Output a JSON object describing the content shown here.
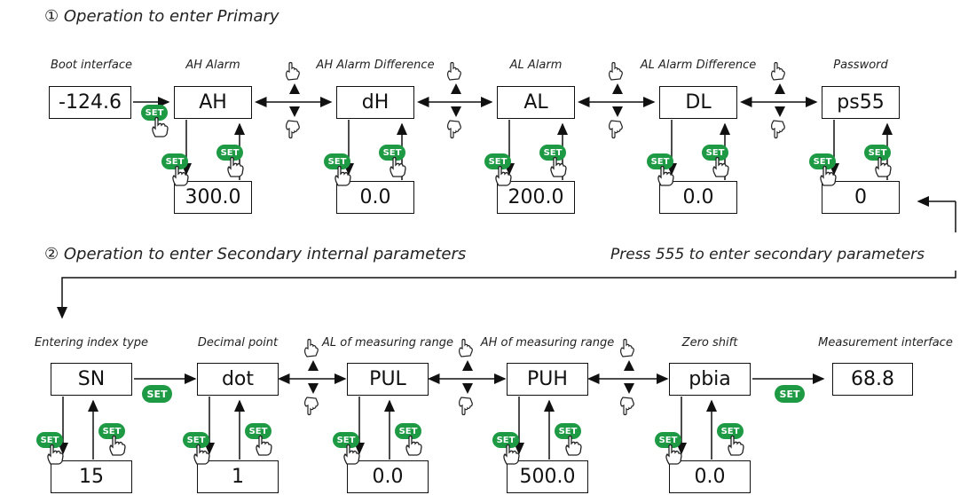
{
  "primary": {
    "heading": "① Operation to enter Primary",
    "boot": {
      "label": "Boot interface",
      "value": "-124.6"
    },
    "params": [
      {
        "label": "AH Alarm",
        "code": "AH",
        "value": "300.0"
      },
      {
        "label": "AH Alarm Difference",
        "code": "dH",
        "value": "0.0"
      },
      {
        "label": "AL Alarm",
        "code": "AL",
        "value": "200.0"
      },
      {
        "label": "AL Alarm Difference",
        "code": "DL",
        "value": "0.0"
      },
      {
        "label": "Password",
        "code": "ps55",
        "value": "0"
      }
    ]
  },
  "secondary": {
    "heading": "② Operation to enter Secondary internal parameters",
    "note": "Press 555 to enter secondary parameters",
    "params": [
      {
        "label": "Entering index type",
        "code": "SN",
        "value": "15"
      },
      {
        "label": "Decimal point",
        "code": "dot",
        "value": "1"
      },
      {
        "label": "AL of measuring range",
        "code": "PUL",
        "value": "0.0"
      },
      {
        "label": "AH of measuring range",
        "code": "PUH",
        "value": "500.0"
      },
      {
        "label": "Zero shift",
        "code": "pbia",
        "value": "0.0"
      }
    ],
    "measurement": {
      "label": "Measurement interface",
      "value": "68.8"
    }
  },
  "set_key_label": "SET",
  "colors": {
    "set_key": "#1e9a45",
    "line": "#111111"
  }
}
